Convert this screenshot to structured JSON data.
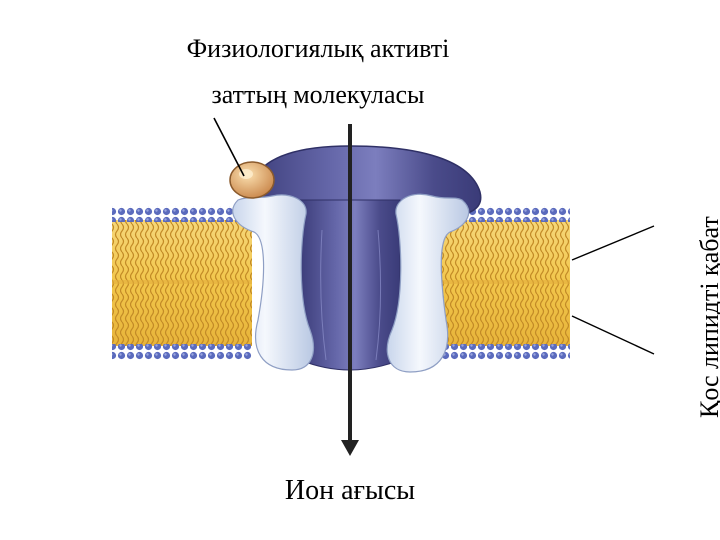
{
  "diagram": {
    "molecule_label_line1": "Физиологиялық активті",
    "molecule_label_line2": "заттың молекуласы",
    "ion_flow_label": "Ион ағысы",
    "bilayer_label": "Қос липидті қабат"
  },
  "colors": {
    "lipid_tail": "#f2c64b",
    "lipid_tail_line": "#c9922a",
    "lipid_head": "#4a5aa8",
    "channel_protein": "#4b4c8c",
    "channel_protein_light": "#6e70b0",
    "channel_pore_wall": "#dfe8f5",
    "ligand": "#e8b270",
    "arrow": "#222222"
  }
}
